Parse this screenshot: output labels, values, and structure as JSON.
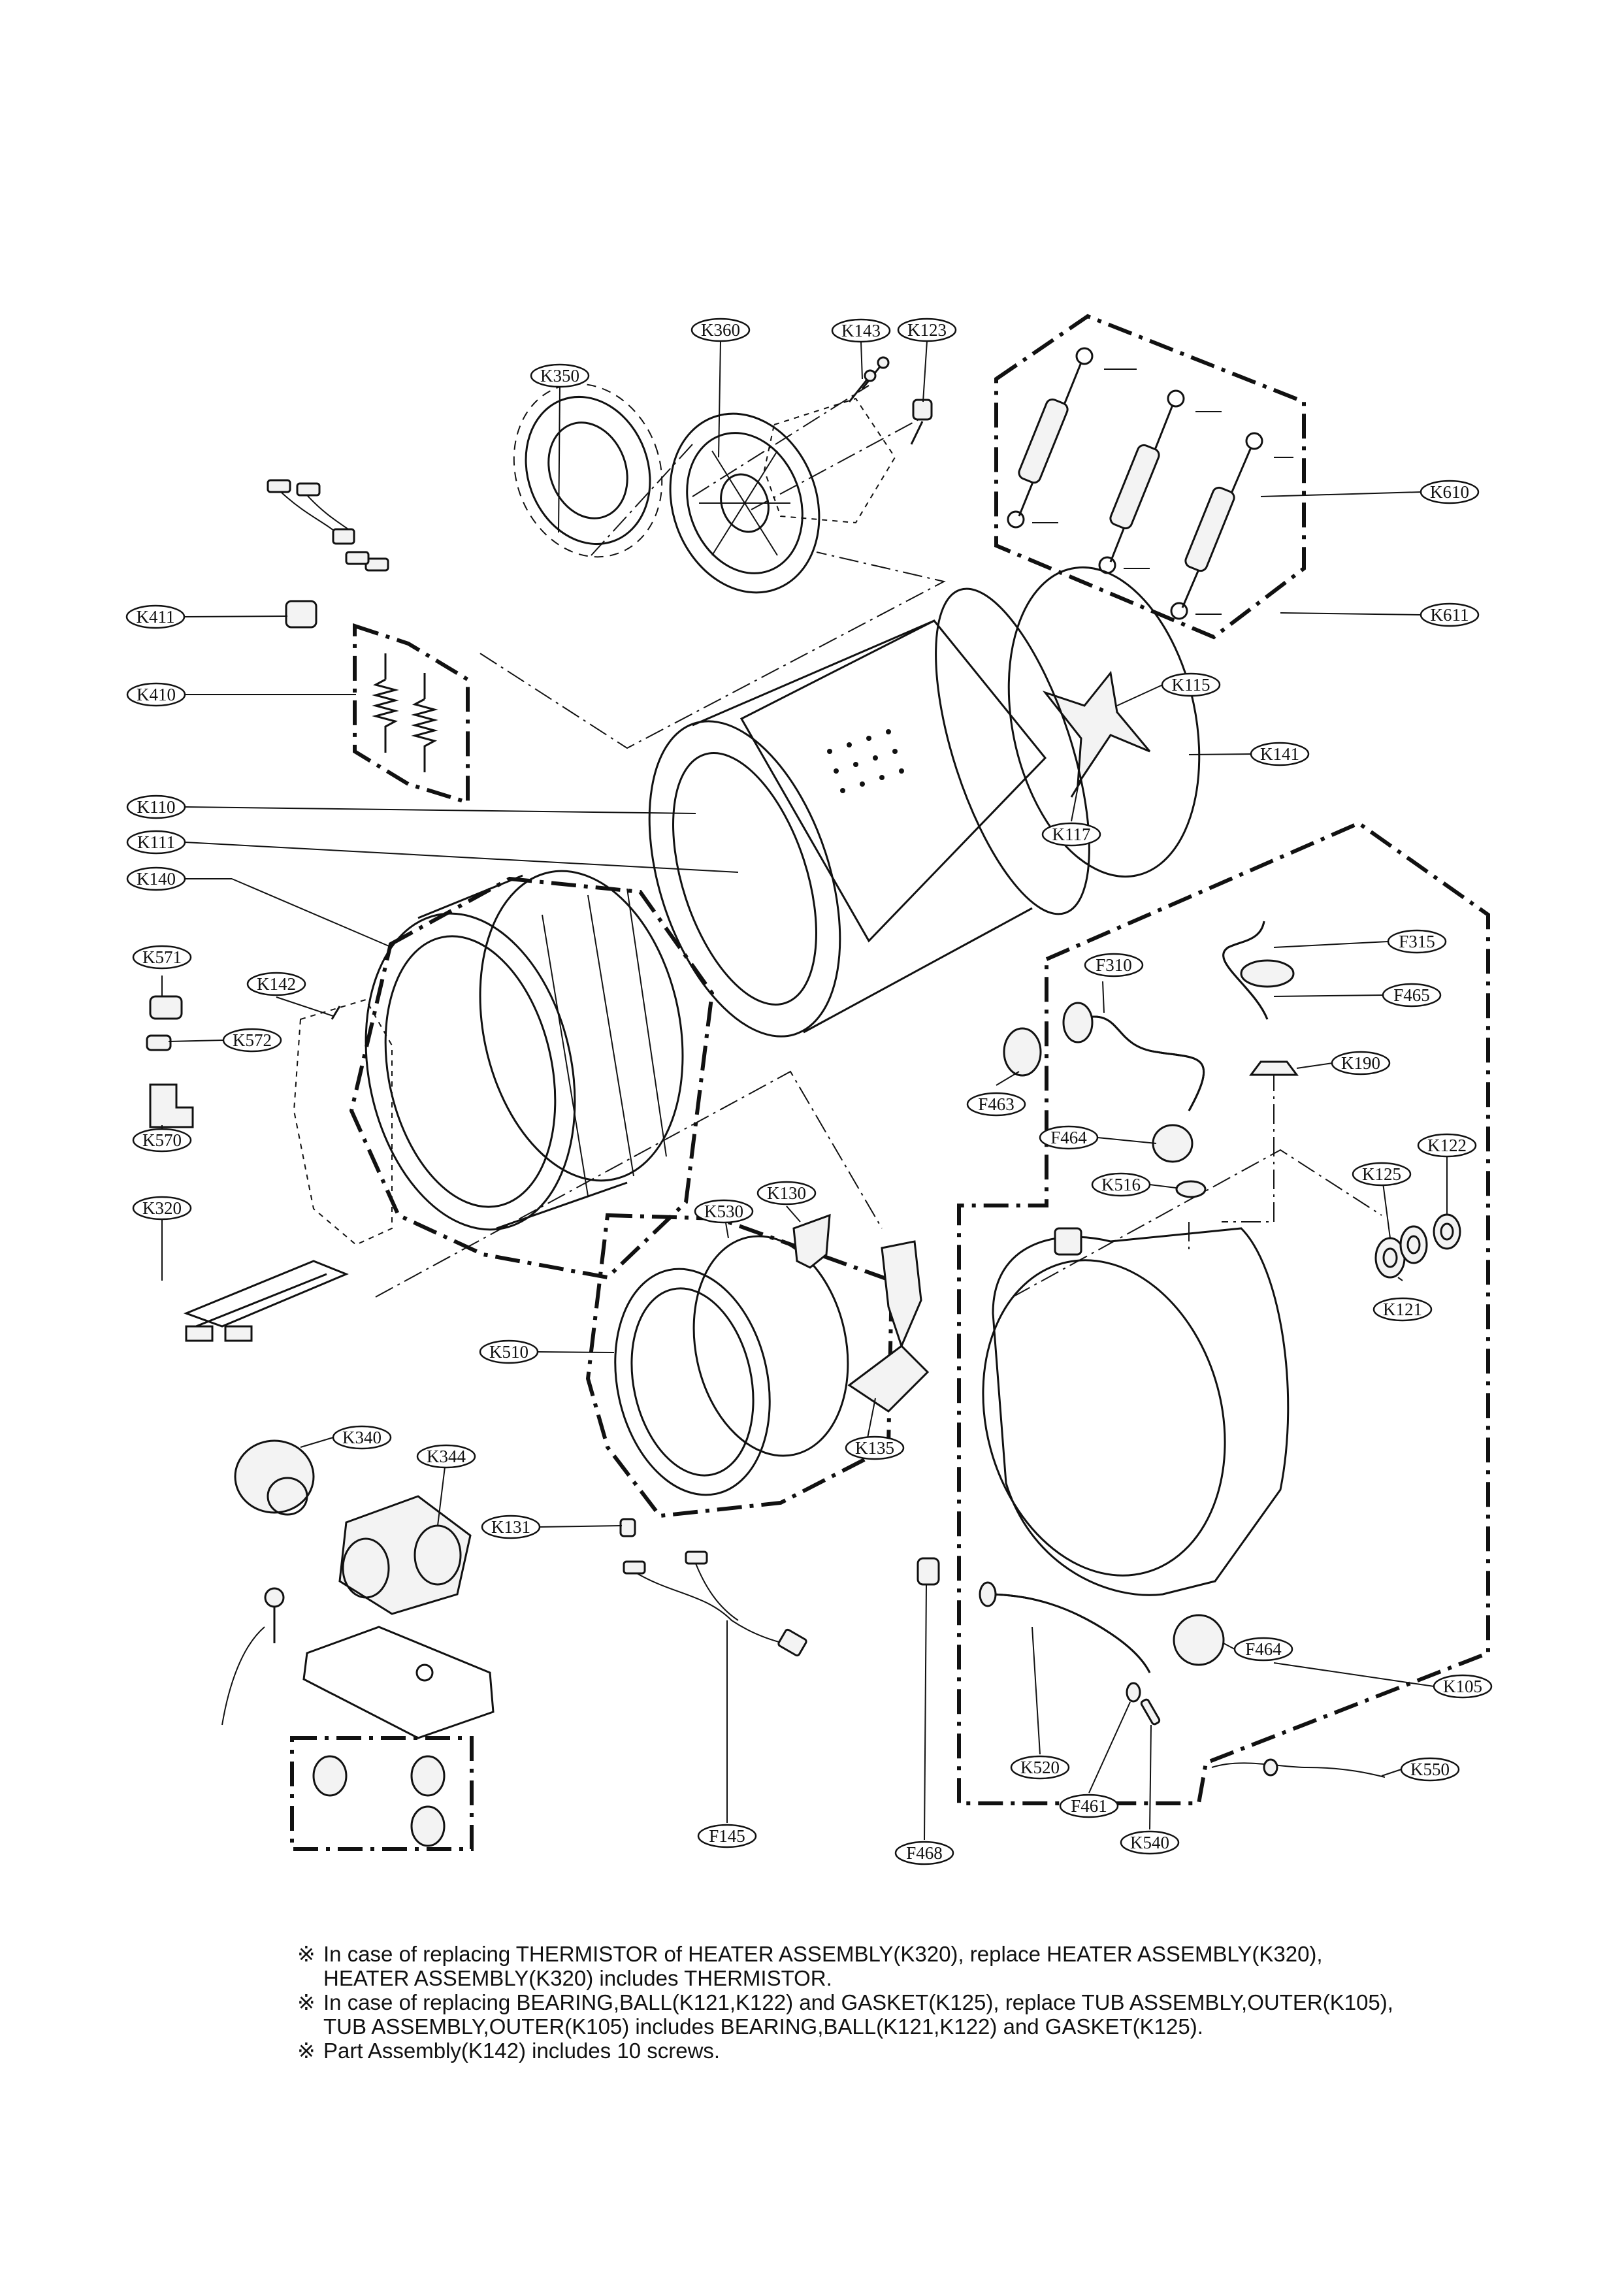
{
  "labels": {
    "K360": "K360",
    "K143": "K143",
    "K123": "K123",
    "K350": "K350",
    "K610": "K610",
    "K611": "K611",
    "K411": "K411",
    "K410": "K410",
    "K115": "K115",
    "K141": "K141",
    "K110": "K110",
    "K117": "K117",
    "K111": "K111",
    "K140": "K140",
    "K571": "K571",
    "K142": "K142",
    "K572": "K572",
    "K570": "K570",
    "F315": "F315",
    "F310": "F310",
    "F465": "F465",
    "K190": "K190",
    "F463": "F463",
    "F464a": "F464",
    "K122": "K122",
    "K125": "K125",
    "K516": "K516",
    "K130": "K130",
    "K530": "K530",
    "K320": "K320",
    "K121": "K121",
    "K510": "K510",
    "K340": "K340",
    "K344": "K344",
    "K135": "K135",
    "K131": "K131",
    "F464b": "F464",
    "K105": "K105",
    "K520": "K520",
    "F461": "F461",
    "K550": "K550",
    "K540": "K540",
    "F145": "F145",
    "F468": "F468"
  },
  "notes": [
    {
      "mark": "※",
      "line1": "In case of replacing THERMISTOR of HEATER ASSEMBLY(K320), replace HEATER ASSEMBLY(K320),",
      "line2": "HEATER ASSEMBLY(K320) includes THERMISTOR."
    },
    {
      "mark": "※",
      "line1": "In case of replacing BEARING,BALL(K121,K122) and GASKET(K125), replace TUB ASSEMBLY,OUTER(K105),",
      "line2": "TUB ASSEMBLY,OUTER(K105) includes BEARING,BALL(K121,K122) and GASKET(K125)."
    },
    {
      "mark": "※",
      "line1": "Part Assembly(K142) includes 10 screws.",
      "line2": ""
    }
  ]
}
